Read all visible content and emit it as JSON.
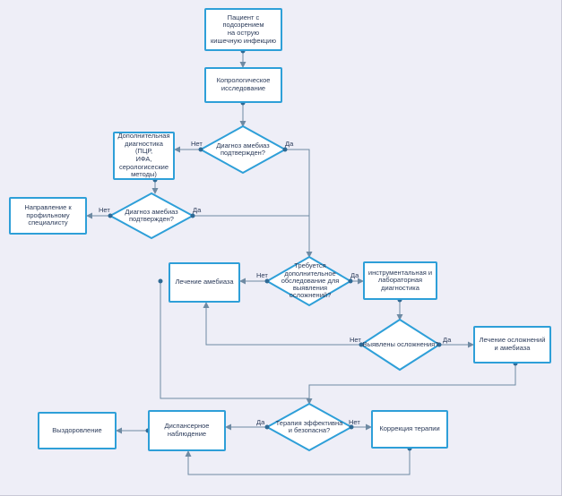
{
  "nodes": {
    "patient": "Пациент с подозрением\nна острую\nкишечную инфекцию",
    "coprology": "Копрологическое\nисследование",
    "q_amoeb_1": "Диагноз амебиаз\nподтвержден?",
    "extra_diag": "Дополнительная\nдиагностика (ПЦР,\nИФА, серологисеские\nметоды)",
    "q_amoeb_2": "Диагноз амебиаз\nподтвержден?",
    "referral": "Направление к\nпрофильному\nспециалисту",
    "q_extra_exam": "Требуется\nдополнительное\nобследование для выявления\nосложнений?",
    "treat_amoeb": "Лечение амебиаза",
    "instr_lab": "инструментальная и\nлабораторная\nдиагностика",
    "q_complic": "Выявлены осложнения?",
    "treat_complic": "Лечение осложнений\nи амебиаза",
    "q_therapy": "Терапия эффективна\nи безопасна?",
    "followup": "Диспансерное\nнаблюдение",
    "recovery": "Выздоровление",
    "correction": "Коррекция терапии"
  },
  "labels": {
    "yes": "Да",
    "no": "Нет"
  },
  "colors": {
    "stroke": "#2e9fd8",
    "connector": "#6e8aa3",
    "dot": "#2f6a95",
    "background": "#eeeef7"
  }
}
